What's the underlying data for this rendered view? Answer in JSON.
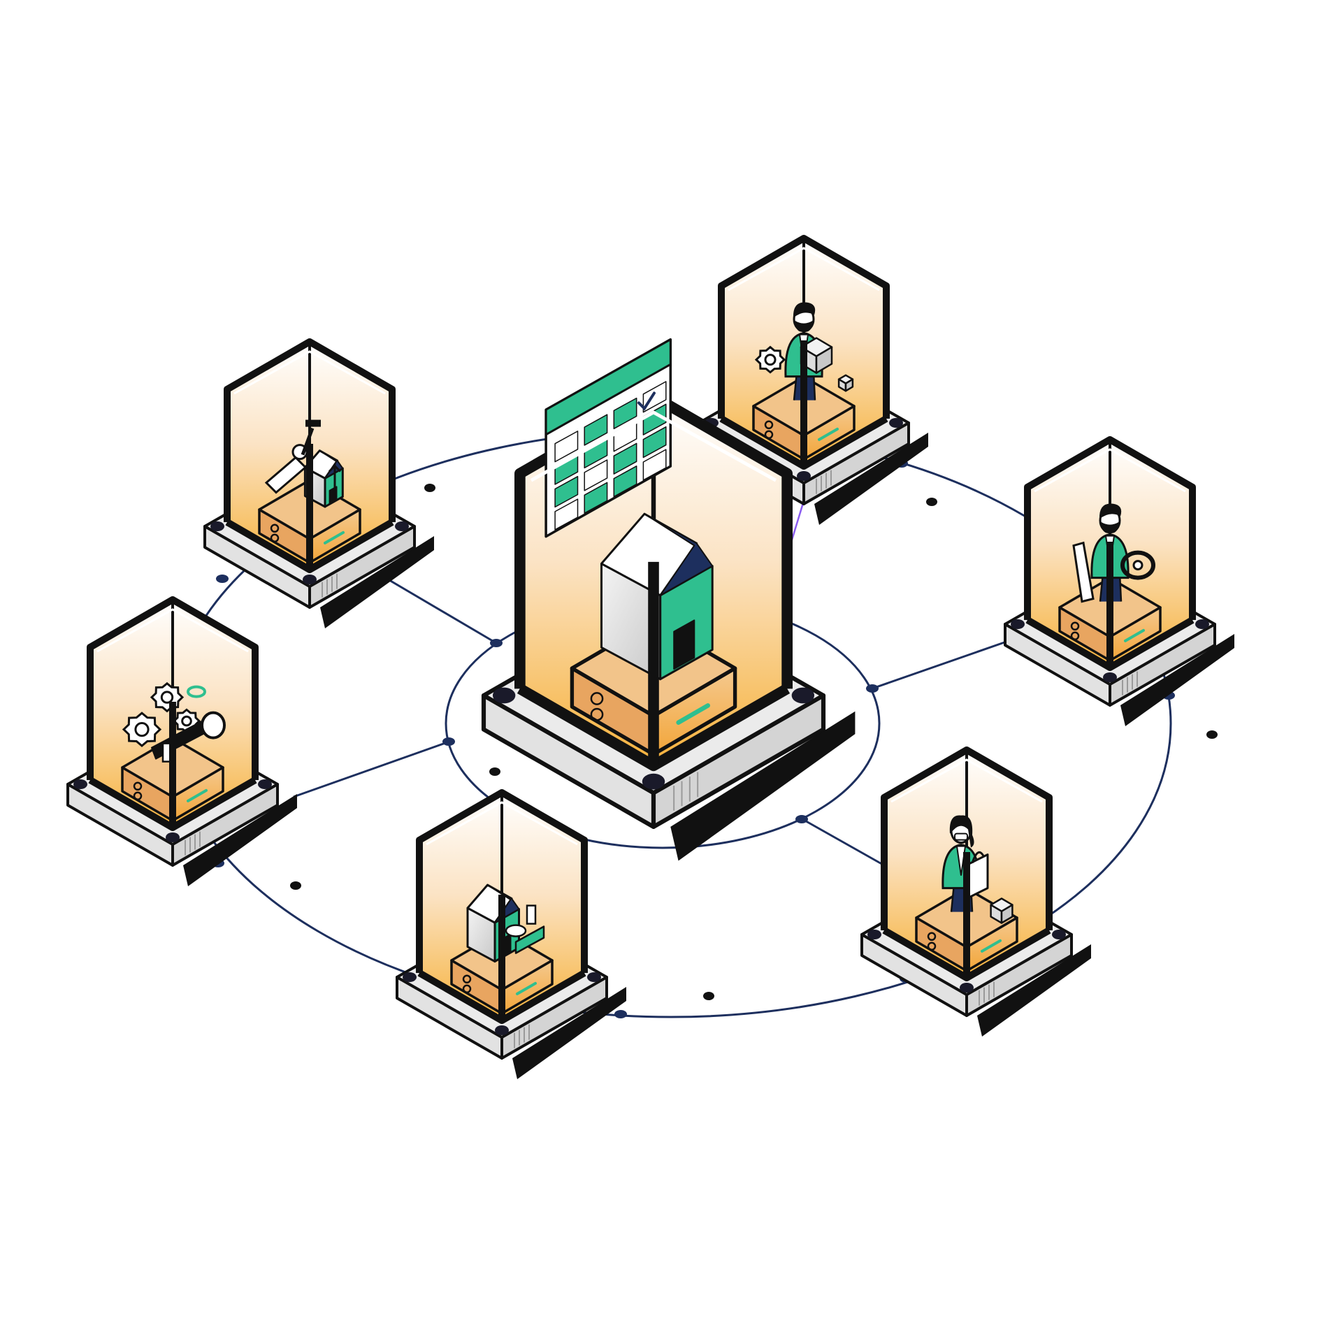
{
  "diagram": {
    "colors": {
      "background": "#ffffff",
      "outline": "#111111",
      "network_line": "#1d2f5e",
      "accent_line": "#8a5cf0",
      "platform_top": "#ebebeb",
      "platform_side": "#d4d4d4",
      "shadow": "#111111",
      "glow_top": "#ffffff",
      "glow_bottom": "#f6b13a",
      "base_top": "#f2c48a",
      "base_side": "#e8a560",
      "green": "#2fbf8f",
      "house_wall": "#e9e9e9"
    },
    "hub": {
      "name": "home-calendar-hub",
      "icons": [
        "calendar-icon",
        "check-icon",
        "house-icon"
      ]
    },
    "nodes": [
      {
        "name": "worker-repair-pod",
        "icons": [
          "worker-figure-icon",
          "hammer-icon",
          "house-icon"
        ]
      },
      {
        "name": "delivery-person-pod",
        "icons": [
          "person-icon",
          "box-icon",
          "gear-icon"
        ]
      },
      {
        "name": "driver-pod",
        "icons": [
          "person-icon",
          "steering-wheel-icon",
          "seat-icon"
        ]
      },
      {
        "name": "shopper-pod",
        "icons": [
          "woman-icon",
          "shopping-bag-icon",
          "box-icon"
        ]
      },
      {
        "name": "house-services-pod",
        "icons": [
          "house-icon",
          "bed-icon",
          "furniture-icon"
        ]
      },
      {
        "name": "machinery-pod",
        "icons": [
          "gear-icon",
          "pipe-icon",
          "valve-icon"
        ]
      }
    ]
  }
}
